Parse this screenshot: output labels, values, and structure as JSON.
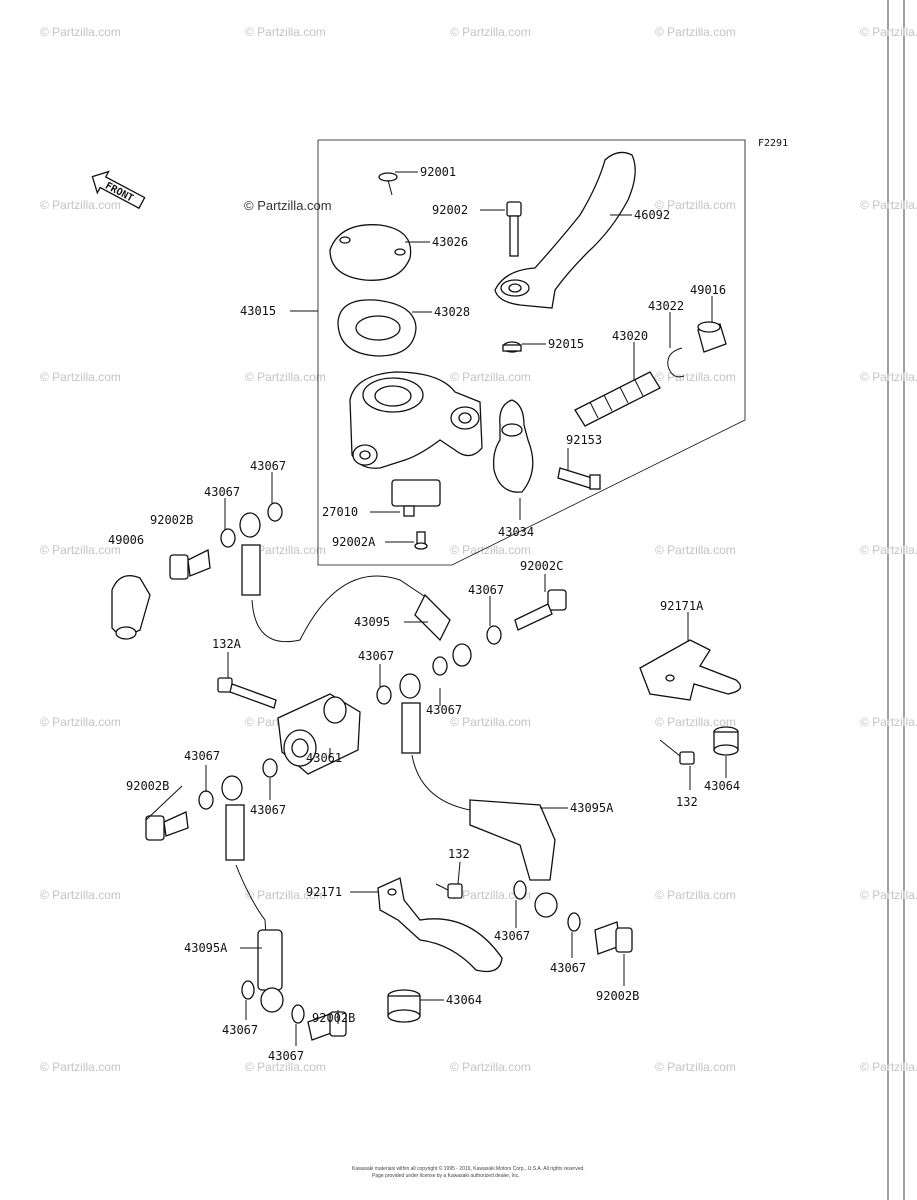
{
  "diagram": {
    "code": "F2291",
    "brand": "© Partzilla.com",
    "watermark": "© Partzilla.com",
    "front_label": "FRONT",
    "footer_line1": "Kawasaki materials within all copyright © 1995 - 2019, Kawasaki Motors Corp., U.S.A.  All rights reserved.",
    "footer_line2": "Page provided under license by a Kawasaki authorized dealer, Inc."
  },
  "labels": [
    {
      "id": "92001",
      "text": "92001"
    },
    {
      "id": "92002",
      "text": "92002"
    },
    {
      "id": "46092",
      "text": "46092"
    },
    {
      "id": "43026",
      "text": "43026"
    },
    {
      "id": "43015",
      "text": "43015"
    },
    {
      "id": "43028",
      "text": "43028"
    },
    {
      "id": "49016",
      "text": "49016"
    },
    {
      "id": "43022",
      "text": "43022"
    },
    {
      "id": "92015",
      "text": "92015"
    },
    {
      "id": "43020",
      "text": "43020"
    },
    {
      "id": "92153",
      "text": "92153"
    },
    {
      "id": "43067a",
      "text": "43067"
    },
    {
      "id": "43067b",
      "text": "43067"
    },
    {
      "id": "27010",
      "text": "27010"
    },
    {
      "id": "92002B1",
      "text": "92002B"
    },
    {
      "id": "49006",
      "text": "49006"
    },
    {
      "id": "92002A",
      "text": "92002A"
    },
    {
      "id": "43034",
      "text": "43034"
    },
    {
      "id": "92002C",
      "text": "92002C"
    },
    {
      "id": "43067c",
      "text": "43067"
    },
    {
      "id": "43095",
      "text": "43095"
    },
    {
      "id": "92171A",
      "text": "92171A"
    },
    {
      "id": "132A",
      "text": "132A"
    },
    {
      "id": "43067d",
      "text": "43067"
    },
    {
      "id": "43067e",
      "text": "43067"
    },
    {
      "id": "43067f",
      "text": "43067"
    },
    {
      "id": "92002B2",
      "text": "92002B"
    },
    {
      "id": "43067g",
      "text": "43067"
    },
    {
      "id": "43061",
      "text": "43061"
    },
    {
      "id": "43095A1",
      "text": "43095A"
    },
    {
      "id": "132a",
      "text": "132"
    },
    {
      "id": "43064a",
      "text": "43064"
    },
    {
      "id": "132b",
      "text": "132"
    },
    {
      "id": "92171",
      "text": "92171"
    },
    {
      "id": "43067h",
      "text": "43067"
    },
    {
      "id": "43095A2",
      "text": "43095A"
    },
    {
      "id": "92002B3",
      "text": "92002B"
    },
    {
      "id": "43067i",
      "text": "43067"
    },
    {
      "id": "92002B4",
      "text": "92002B"
    },
    {
      "id": "43064b",
      "text": "43064"
    },
    {
      "id": "43067j",
      "text": "43067"
    },
    {
      "id": "43067k",
      "text": "43067"
    }
  ]
}
